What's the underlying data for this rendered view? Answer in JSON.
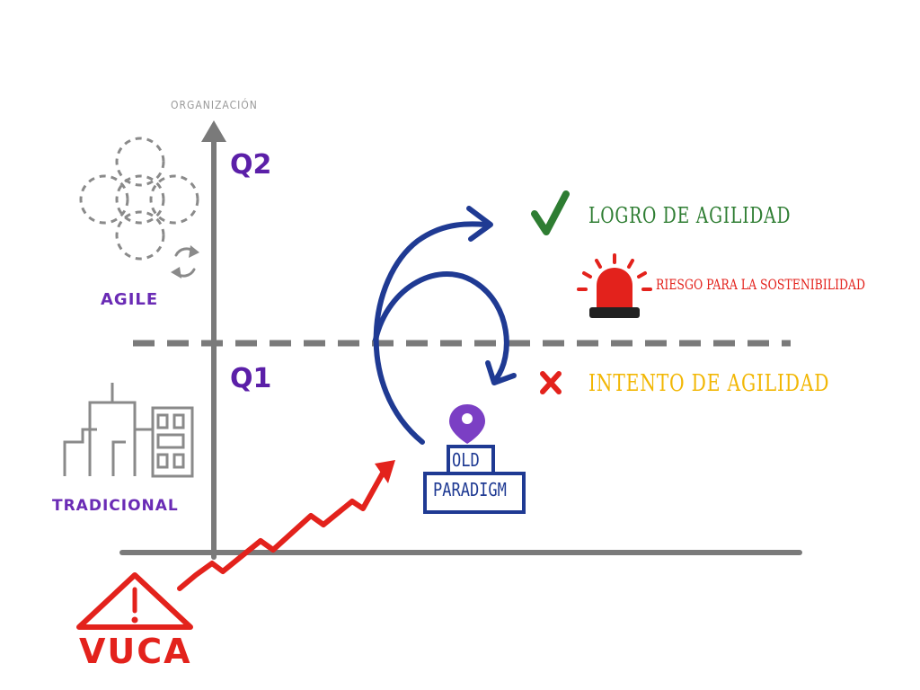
{
  "diagram": {
    "axis_title": "ORGANIZACIÓN",
    "quadrant_upper": "Q2",
    "quadrant_lower": "Q1",
    "label_agile": "AGILE",
    "label_tradicional": "TRADICIONAL",
    "label_logro": "LOGRO DE AGILIDAD",
    "label_riesgo": "RIESGO PARA LA SOSTENIBILIDAD",
    "label_intento": "INTENTO DE AGILIDAD",
    "label_vuca": "VUCA",
    "pedestal_line1": "OLD",
    "pedestal_line2": "PARADIGM"
  },
  "colors": {
    "axis": "#7a7a7a",
    "purple": "#5b1fa8",
    "green": "#2e7d32",
    "red": "#e3221c",
    "yellow": "#f2b705",
    "blue": "#1f3a93"
  },
  "icons": [
    "checkmark-icon",
    "siren-icon",
    "cross-icon",
    "warning-triangle-icon",
    "map-pin-icon",
    "refresh-cycle-icon",
    "building-icon",
    "circles-icon"
  ]
}
